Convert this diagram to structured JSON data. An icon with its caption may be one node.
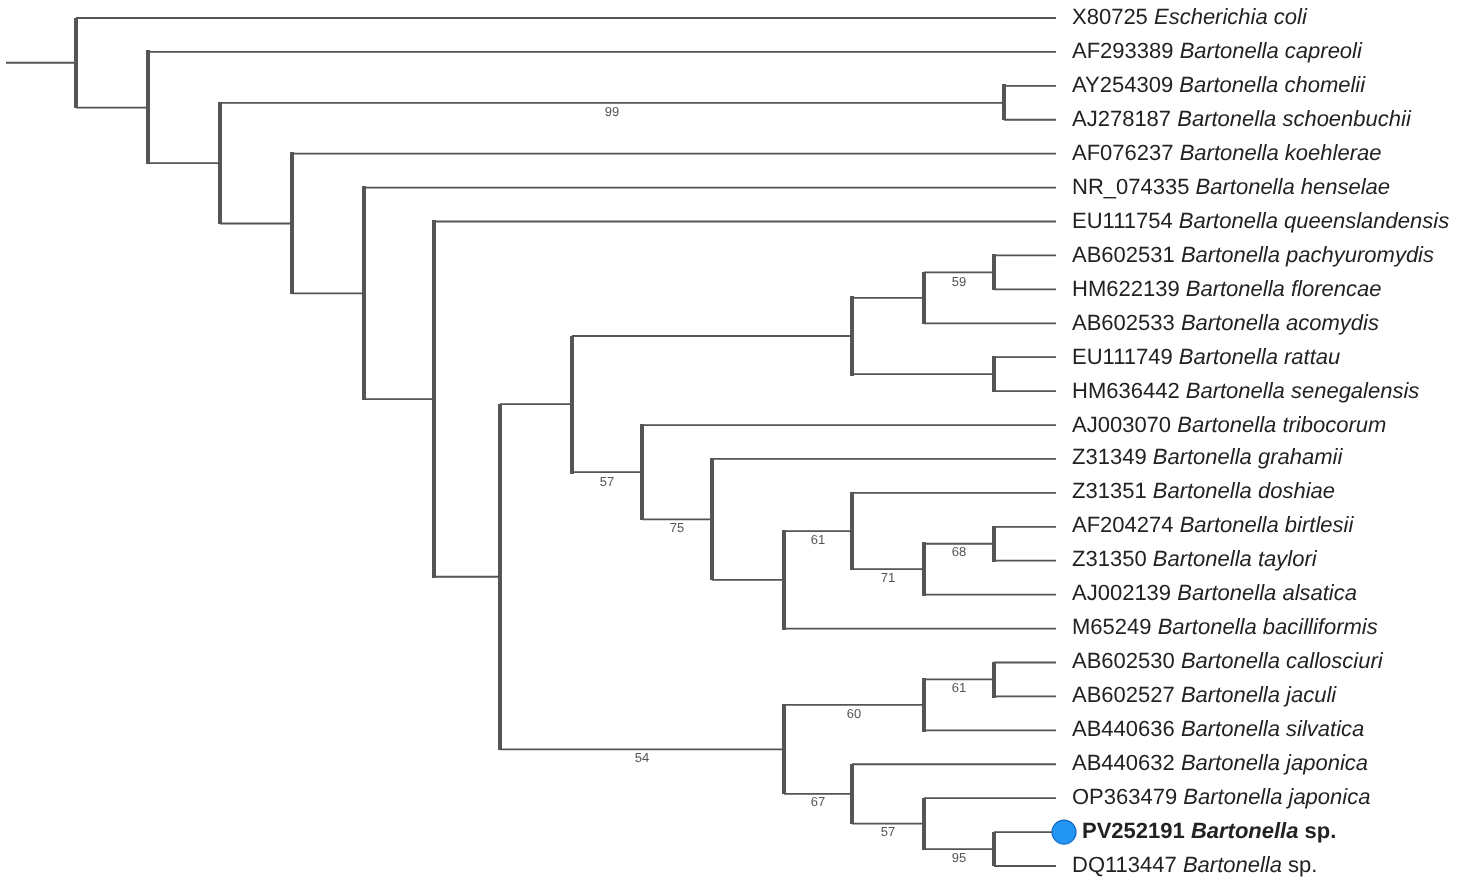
{
  "diagram": {
    "nodes": [
      {
        "text": [
          "X80725 *Escherichia coli*"
        ]
      },
      {
        "text": [
          "AF293389 *Bartonella capreoli*"
        ]
      },
      {
        "text": [
          "AY254309 *Bartonella chomelii*"
        ]
      },
      {
        "text": [
          "AJ278187 *Bartonella schoenbuchii*"
        ]
      },
      {
        "text": [
          "AF076237 *Bartonella koehlerae*"
        ]
      },
      {
        "text": [
          "NR_074335 *Bartonella henselae*"
        ]
      },
      {
        "text": [
          "EU111754 *Bartonella queenslandensis*"
        ]
      },
      {
        "text": [
          "AB602531 *Bartonella pachyuromydis*"
        ]
      },
      {
        "text": [
          "HM622139 *Bartonella florencae*"
        ]
      },
      {
        "text": [
          "AB602533 *Bartonella acomydis*"
        ]
      },
      {
        "text": [
          "EU111749 *Bartonella rattau*"
        ]
      },
      {
        "text": [
          "HM636442 *Bartonella senegalensis*"
        ]
      },
      {
        "text": [
          "AJ003070 *Bartonella tribocorum*"
        ]
      },
      {
        "text": [
          "Z31349 *Bartonella grahamii*"
        ]
      },
      {
        "text": [
          "Z31351 *Bartonella doshiae*"
        ]
      },
      {
        "text": [
          "AF204274 *Bartonella birtlesii*"
        ]
      },
      {
        "text": [
          "Z31350 *Bartonella taylori*"
        ]
      },
      {
        "text": [
          "AJ002139 *Bartonella alsatica*"
        ]
      },
      {
        "text": [
          "M65249 *Bartonella bacilliformis*"
        ]
      },
      {
        "text": [
          "AB602530 *Bartonella callosciuri*"
        ]
      },
      {
        "text": [
          "AB602527 *Bartonella jaculi*"
        ]
      },
      {
        "text": [
          "AB440636 *Bartonella silvatica*"
        ]
      },
      {
        "text": [
          "AB440632 *Bartonella japonica*"
        ]
      },
      {
        "text": [
          "OP363479 *Bartonella japonica*"
        ]
      },
      {
        "text": [
          "PV252191 *Bartonella* sp."
        ]
      },
      {
        "text": [
          "DQ113447 *Bartonella* sp."
        ]
      },
      {
        "text": [],
        "shape": "point"
      },
      {
        "text": [],
        "shape": "point"
      },
      {
        "text": [],
        "shape": "point"
      },
      {
        "text": [],
        "shape": "point"
      },
      {
        "text": [],
        "shape": "point"
      },
      {
        "text": [],
        "shape": "point"
      },
      {
        "text": [],
        "shape": "point"
      },
      {
        "text": [],
        "shape": "point"
      },
      {
        "text": [],
        "shape": "point"
      },
      {
        "text": [],
        "shape": "point"
      },
      {
        "text": [],
        "shape": "point"
      },
      {
        "text": [],
        "shape": "point"
      },
      {
        "text": [],
        "shape": "point"
      },
      {
        "text": [],
        "shape": "point"
      },
      {
        "text": [],
        "shape": "point"
      },
      {
        "text": [],
        "shape": "point"
      },
      {
        "text": [],
        "shape": "point"
      },
      {
        "text": [],
        "shape": "point"
      },
      {
        "text": [],
        "shape": "point"
      },
      {
        "text": [],
        "shape": "point"
      },
      {
        "text": [],
        "shape": "point"
      },
      {
        "text": [],
        "shape": "point"
      },
      {
        "text": [],
        "shape": "point"
      },
      {
        "text": [],
        "shape": "point"
      },
      {
        "text": [],
        "shape": "point"
      }
    ],
    "edges": [
      {
        "from": null,
        "to": 26,
        "arrow": "none"
      },
      {
        "from": 26,
        "to": 0,
        "arrow": "none"
      },
      {
        "from": 26,
        "to": 27,
        "arrow": "none"
      },
      {
        "from": 27,
        "to": 1,
        "arrow": "none"
      },
      {
        "from": 27,
        "to": 28,
        "arrow": "none"
      },
      {
        "from": 28,
        "to": 29,
        "arrow": "none",
        "label": "99"
      },
      {
        "from": 29,
        "to": 2,
        "arrow": "none"
      },
      {
        "from": 29,
        "to": 3,
        "arrow": "none"
      },
      {
        "from": 28,
        "to": 30,
        "arrow": "none"
      },
      {
        "from": 30,
        "to": 4,
        "arrow": "none"
      },
      {
        "from": 30,
        "to": 31,
        "arrow": "none"
      },
      {
        "from": 31,
        "to": 5,
        "arrow": "none"
      },
      {
        "from": 31,
        "to": 32,
        "arrow": "none"
      },
      {
        "from": 32,
        "to": 6,
        "arrow": "none"
      },
      {
        "from": 32,
        "to": 33,
        "arrow": "none"
      },
      {
        "from": 33,
        "to": 34,
        "arrow": "none"
      },
      {
        "from": 33,
        "to": 45,
        "arrow": "none",
        "label": "54"
      },
      {
        "from": 34,
        "to": 35,
        "arrow": "none"
      },
      {
        "from": 34,
        "to": 39,
        "arrow": "none",
        "label": "57"
      },
      {
        "from": 35,
        "to": 36,
        "arrow": "none"
      },
      {
        "from": 35,
        "to": 38,
        "arrow": "none"
      },
      {
        "from": 36,
        "to": 37,
        "arrow": "none",
        "label": "59"
      },
      {
        "from": 36,
        "to": 9,
        "arrow": "none"
      },
      {
        "from": 37,
        "to": 7,
        "arrow": "none"
      },
      {
        "from": 37,
        "to": 8,
        "arrow": "none"
      },
      {
        "from": 38,
        "to": 10,
        "arrow": "none"
      },
      {
        "from": 38,
        "to": 11,
        "arrow": "none"
      },
      {
        "from": 39,
        "to": 12,
        "arrow": "none"
      },
      {
        "from": 39,
        "to": 40,
        "arrow": "none",
        "label": "75"
      },
      {
        "from": 40,
        "to": 13,
        "arrow": "none"
      },
      {
        "from": 40,
        "to": 41,
        "arrow": "none"
      },
      {
        "from": 41,
        "to": 42,
        "arrow": "none",
        "label": "61"
      },
      {
        "from": 41,
        "to": 18,
        "arrow": "none"
      },
      {
        "from": 42,
        "to": 14,
        "arrow": "none"
      },
      {
        "from": 42,
        "to": 43,
        "arrow": "none",
        "label": "71"
      },
      {
        "from": 43,
        "to": 44,
        "arrow": "none",
        "label": "68"
      },
      {
        "from": 43,
        "to": 17,
        "arrow": "none"
      },
      {
        "from": 44,
        "to": 15,
        "arrow": "none"
      },
      {
        "from": 44,
        "to": 16,
        "arrow": "none"
      },
      {
        "from": 45,
        "to": 46,
        "arrow": "none",
        "label": "60"
      },
      {
        "from": 45,
        "to": 48,
        "arrow": "none",
        "label": "67"
      },
      {
        "from": 46,
        "to": 47,
        "arrow": "none",
        "label": "61"
      },
      {
        "from": 46,
        "to": 21,
        "arrow": "none"
      },
      {
        "from": 47,
        "to": 19,
        "arrow": "none"
      },
      {
        "from": 47,
        "to": 20,
        "arrow": "none"
      },
      {
        "from": 48,
        "to": 22,
        "arrow": "none"
      },
      {
        "from": 48,
        "to": 49,
        "arrow": "none",
        "label": "57"
      },
      {
        "from": 49,
        "to": 23,
        "arrow": "none"
      },
      {
        "from": 49,
        "to": 50,
        "arrow": "none",
        "label": "95"
      },
      {
        "from": 50,
        "to": 24,
        "arrow": "none"
      },
      {
        "from": 50,
        "to": 25,
        "arrow": "none"
      }
    ]
  }
}
